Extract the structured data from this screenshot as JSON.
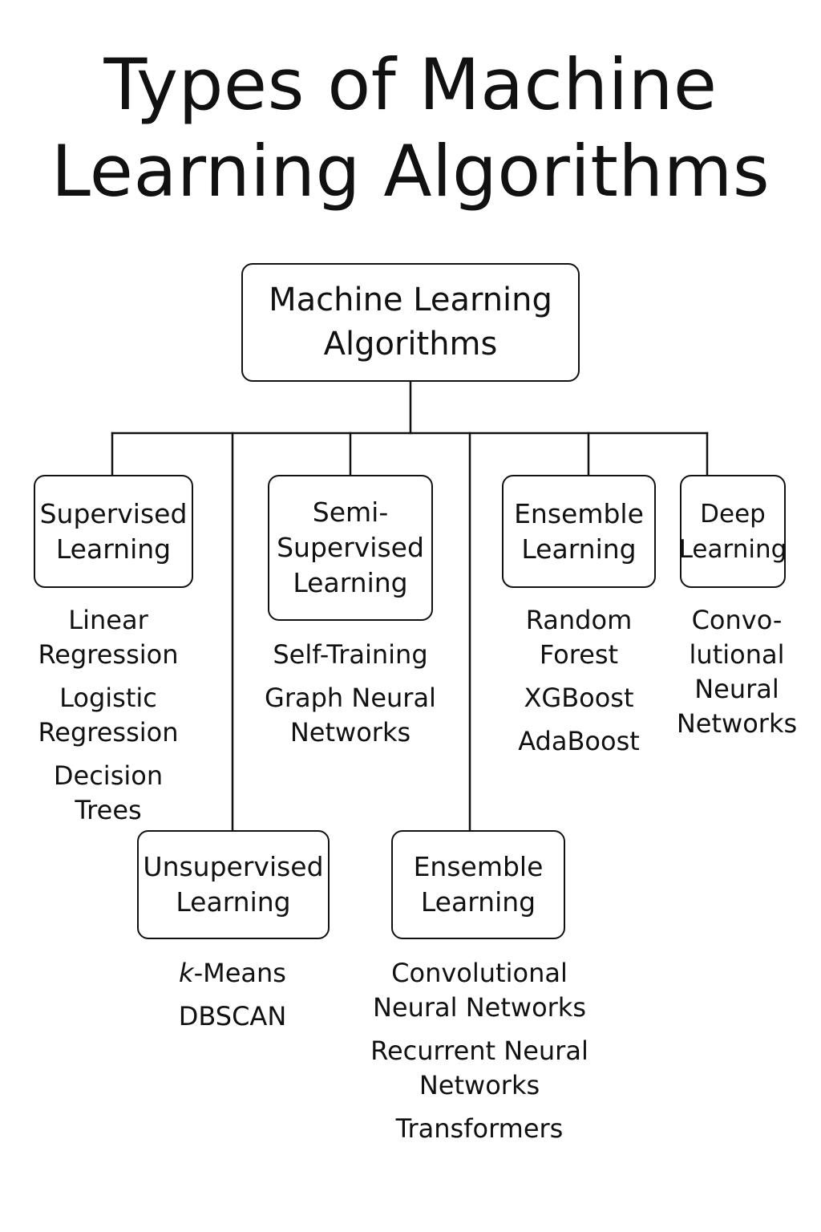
{
  "title": {
    "line1": "Types of Machine",
    "line2": "Learning Algorithms"
  },
  "root": {
    "label": "Machine Learning\nAlgorithms"
  },
  "categories": [
    {
      "id": "supervised",
      "label": "Supervised\nLearning",
      "items": [
        "Linear\nRegression",
        "Logistic\nRegression",
        "Decision\nTrees"
      ]
    },
    {
      "id": "unsupervised",
      "label": "Unsupervised\nLearning",
      "items": [
        "k-Means",
        "DBSCAN"
      ]
    },
    {
      "id": "semi-supervised",
      "label": "Semi-\nSupervised\nLearning",
      "items": [
        "Self-Training",
        "Graph Neural\nNetworks"
      ]
    },
    {
      "id": "ensemble-lower",
      "label": "Ensemble\nLearning",
      "items": [
        "Convolutional\nNeural Networks",
        "Recurrent Neural\nNetworks",
        "Transformers"
      ]
    },
    {
      "id": "ensemble-upper",
      "label": "Ensemble\nLearning",
      "items": [
        "Random\nForest",
        "XGBoost",
        "AdaBoost"
      ]
    },
    {
      "id": "deep",
      "label": "Deep\nLearning",
      "items": [
        "Convo-\nlutional\nNeural\nNetworks"
      ]
    }
  ]
}
